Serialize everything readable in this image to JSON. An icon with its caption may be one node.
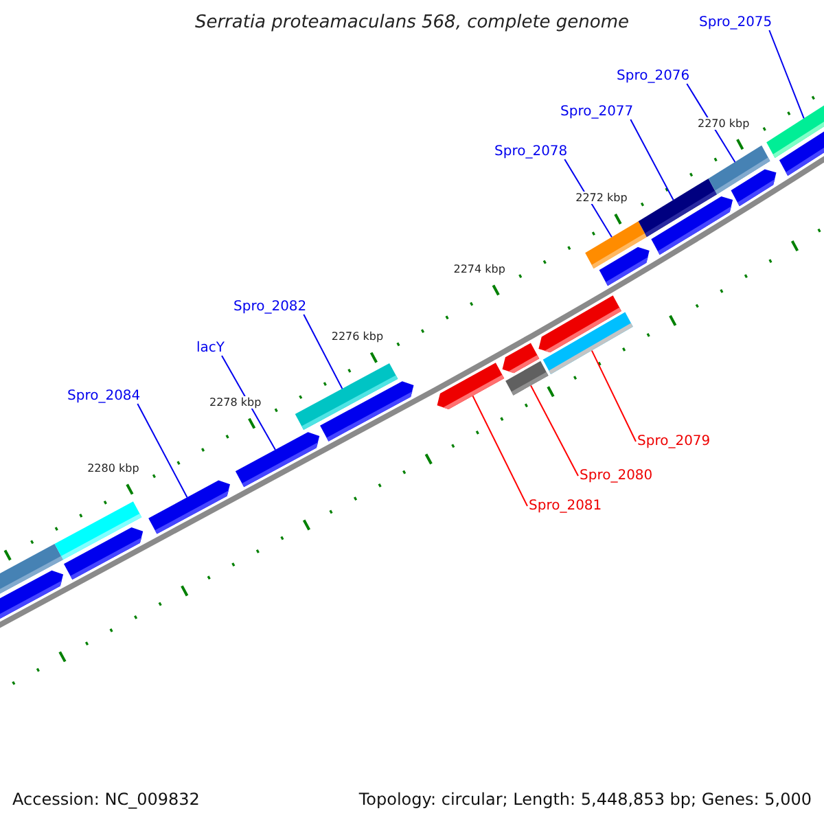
{
  "diagram": {
    "title": "Serratia proteamaculans 568, complete genome",
    "nodes": [
      {
        "text": [
          "Spro_2075"
        ]
      },
      {
        "text": [
          "Spro_2076"
        ]
      },
      {
        "text": [
          "Spro_2077"
        ]
      },
      {
        "text": [
          "Spro_2078"
        ]
      },
      {
        "text": [
          "Spro_2082"
        ]
      },
      {
        "text": [
          "lacY"
        ]
      },
      {
        "text": [
          "Spro_2084"
        ]
      },
      {
        "text": [
          "Spro_2079"
        ]
      },
      {
        "text": [
          "Spro_2080"
        ]
      },
      {
        "text": [
          "Spro_2081"
        ]
      },
      {
        "text": [],
        "shape": "arrow"
      },
      {
        "text": [],
        "shape": "box"
      },
      {
        "text": [],
        "shape": "arrow"
      },
      {
        "text": [],
        "shape": "box"
      },
      {
        "text": [],
        "shape": "arrow"
      },
      {
        "text": [],
        "shape": "arrow"
      },
      {
        "text": [],
        "shape": "box"
      },
      {
        "text": [],
        "shape": "arrow"
      },
      {
        "text": [],
        "shape": "arrow"
      },
      {
        "text": [],
        "shape": "box"
      },
      {
        "text": [],
        "shape": "arrow"
      },
      {
        "text": [],
        "shape": "box"
      },
      {
        "text": [],
        "shape": "arrow"
      },
      {
        "text": [],
        "shape": "box"
      },
      {
        "text": [],
        "shape": "arrow"
      },
      {
        "text": [],
        "shape": "box"
      },
      {
        "text": [],
        "shape": "arrow"
      },
      {
        "text": [],
        "shape": "box"
      },
      {
        "text": [],
        "shape": "arrow"
      },
      {
        "text": [],
        "shape": "box"
      },
      {
        "text": [],
        "shape": "arrow"
      }
    ],
    "edges": [
      {
        "from": 0,
        "to": 29,
        "arrow": "none"
      },
      {
        "from": 1,
        "to": 27,
        "arrow": "none"
      },
      {
        "from": 2,
        "to": 25,
        "arrow": "none"
      },
      {
        "from": 3,
        "to": 23,
        "arrow": "none"
      },
      {
        "from": 4,
        "to": 16,
        "arrow": "none"
      },
      {
        "from": 5,
        "to": 15,
        "arrow": "none"
      },
      {
        "from": 6,
        "to": 14,
        "arrow": "none"
      },
      {
        "from": 7,
        "to": 21,
        "arrow": "none",
        "color": "#ff0000"
      },
      {
        "from": 8,
        "to": 19,
        "arrow": "none",
        "color": "#ff0000"
      },
      {
        "from": 9,
        "to": 18,
        "arrow": "none",
        "color": "#ff0000"
      }
    ],
    "labels": [
      "2270 kbp",
      "2272 kbp",
      "2274 kbp",
      "2276 kbp",
      "2278 kbp",
      "2280 kbp",
      "Accession: NC_009832",
      "Topology: circular; Length: 5,448,853 bp; Genes: 5,000"
    ]
  }
}
